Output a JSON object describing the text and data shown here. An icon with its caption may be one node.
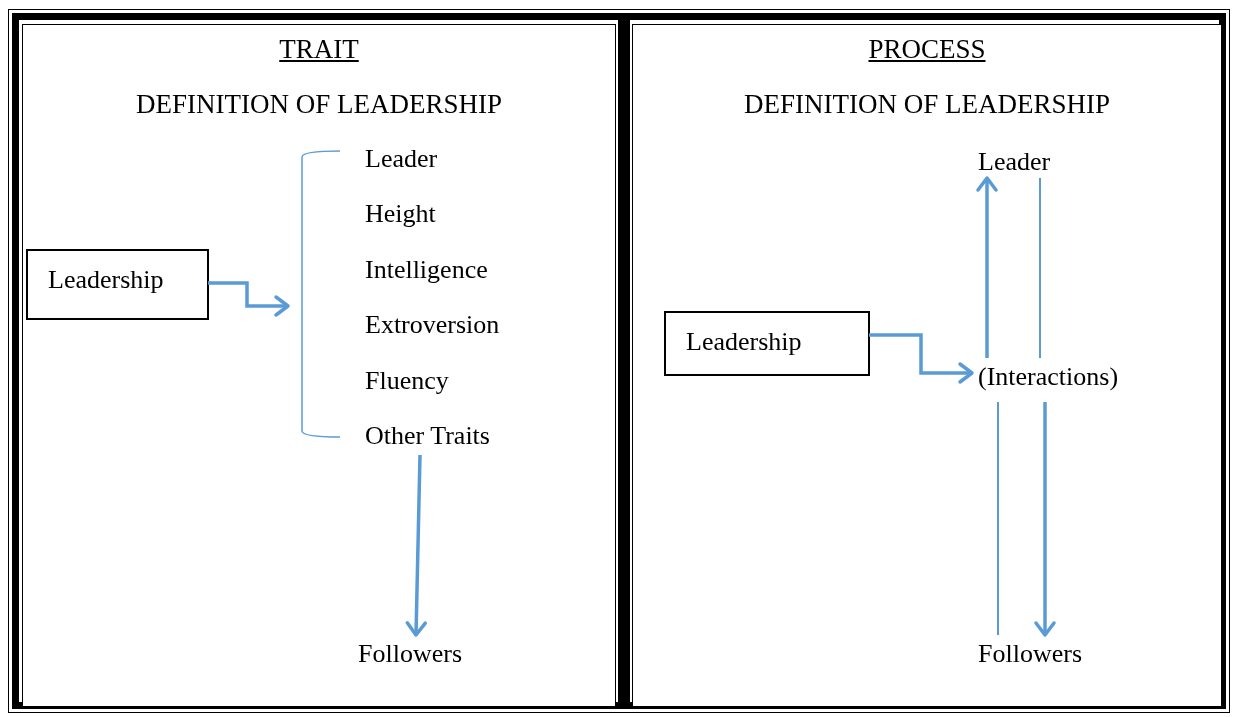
{
  "diagram": {
    "nodes": [
      {
        "text": [
          "TRAIT",
          "DEFINITION OF LEADERSHIP"
        ]
      },
      {
        "text": [
          "Leadership"
        ],
        "in": 0
      },
      {
        "text": [
          "Leader",
          "Height",
          "Intelligence",
          "Extroversion",
          "Fluency",
          "Other Traits"
        ],
        "in": 0
      },
      {
        "text": [
          "Followers"
        ],
        "in": 0
      },
      {
        "text": [
          "PROCESS",
          "DEFINITION OF LEADERSHIP"
        ]
      },
      {
        "text": [
          "Leadership"
        ],
        "in": 4
      },
      {
        "text": [
          "Leader"
        ],
        "in": 4
      },
      {
        "text": [
          "(Interactions)"
        ],
        "in": 4
      },
      {
        "text": [
          "Followers"
        ],
        "in": 4
      }
    ],
    "edges": [
      {
        "from": 1,
        "to": 2,
        "arrow": "to"
      },
      {
        "from": 2,
        "to": 3,
        "arrow": "to"
      },
      {
        "from": 5,
        "to": 7,
        "arrow": "to"
      },
      {
        "from": 7,
        "to": 6,
        "arrow": "to"
      },
      {
        "from": 7,
        "to": 6,
        "arrow": "none"
      },
      {
        "from": 7,
        "to": 8,
        "arrow": "none"
      },
      {
        "from": 7,
        "to": 8,
        "arrow": "to"
      }
    ]
  }
}
